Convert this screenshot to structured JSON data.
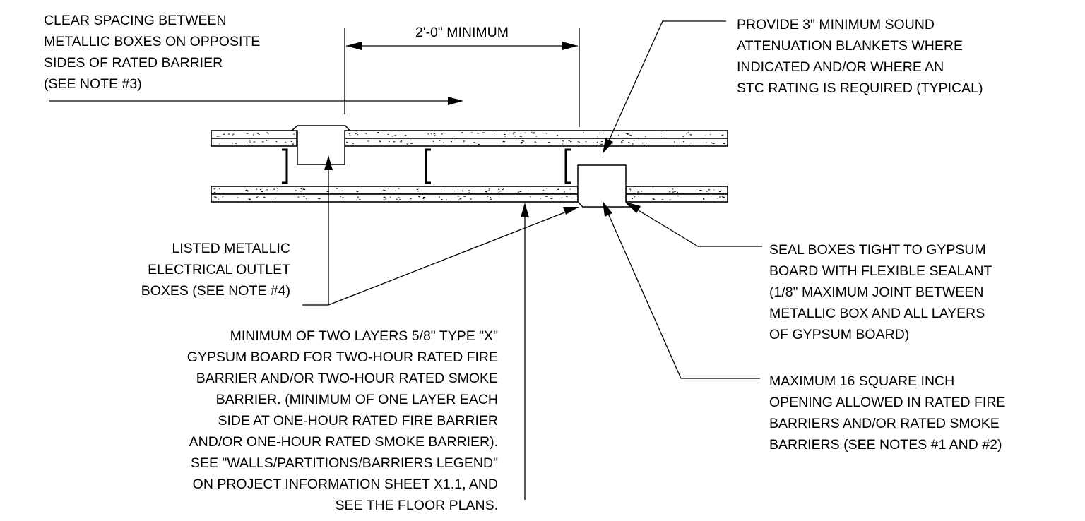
{
  "dimension": {
    "label": "2'-0\" MINIMUM"
  },
  "notes": {
    "clear_spacing": [
      "CLEAR SPACING BETWEEN",
      "METALLIC BOXES ON OPPOSITE",
      "SIDES OF RATED BARRIER",
      "(SEE NOTE #3)"
    ],
    "sound_attenuation": [
      "PROVIDE 3\" MINIMUM SOUND",
      "ATTENUATION BLANKETS WHERE",
      "INDICATED AND/OR WHERE AN",
      "STC RATING IS REQUIRED (TYPICAL)"
    ],
    "outlet_boxes": [
      "LISTED METALLIC",
      "ELECTRICAL OUTLET",
      "BOXES (SEE NOTE #4)"
    ],
    "seal_boxes": [
      "SEAL BOXES TIGHT TO GYPSUM",
      "BOARD WITH FLEXIBLE SEALANT",
      "(1/8\" MAXIMUM JOINT BETWEEN",
      "METALLIC BOX AND ALL LAYERS",
      "OF GYPSUM BOARD)"
    ],
    "max_opening": [
      "MAXIMUM 16 SQUARE INCH",
      "OPENING ALLOWED IN RATED FIRE",
      "BARRIERS AND/OR RATED SMOKE",
      "BARRIERS (SEE NOTES #1 AND #2)"
    ],
    "gypsum_layers": [
      "MINIMUM OF TWO LAYERS 5/8\" TYPE \"X\"",
      "GYPSUM BOARD FOR TWO-HOUR RATED FIRE",
      "BARRIER AND/OR TWO-HOUR RATED SMOKE",
      "BARRIER. (MINIMUM OF ONE LAYER EACH",
      "SIDE AT ONE-HOUR RATED FIRE BARRIER",
      "AND/OR ONE-HOUR RATED SMOKE BARRIER).",
      "SEE \"WALLS/PARTITIONS/BARRIERS LEGEND\"",
      "ON PROJECT INFORMATION SHEET X1.1, AND",
      "SEE THE FLOOR PLANS."
    ]
  }
}
